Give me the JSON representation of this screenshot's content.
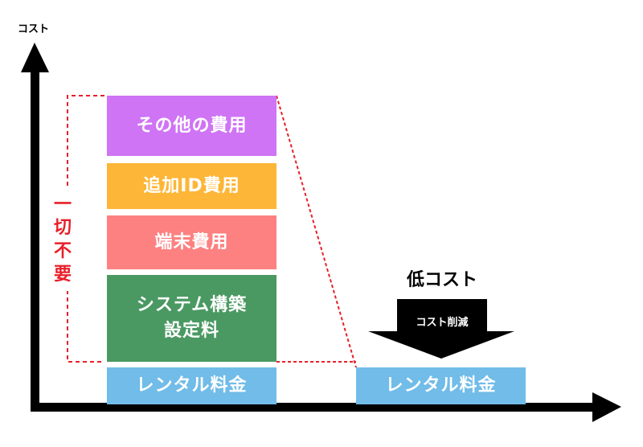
{
  "axis": {
    "y_label": "コスト"
  },
  "blocks": {
    "other": {
      "label": "その他の費用",
      "color": "#cf74f5"
    },
    "additional_id": {
      "label": "追加ID費用",
      "color": "#fdb637"
    },
    "device": {
      "label": "端末費用",
      "color": "#fd8181"
    },
    "system": {
      "line1": "システム構築",
      "line2": "設定料",
      "color": "#4a9962"
    },
    "rental_before": {
      "label": "レンタル料金",
      "color": "#71bce8"
    },
    "rental_after": {
      "label": "レンタル料金",
      "color": "#71bce8"
    }
  },
  "annotations": {
    "unneeded": [
      "一",
      "切",
      "不",
      "要"
    ],
    "unneeded_color": "#e8202a",
    "low_cost": "低コスト",
    "reduction": "コスト削減"
  }
}
